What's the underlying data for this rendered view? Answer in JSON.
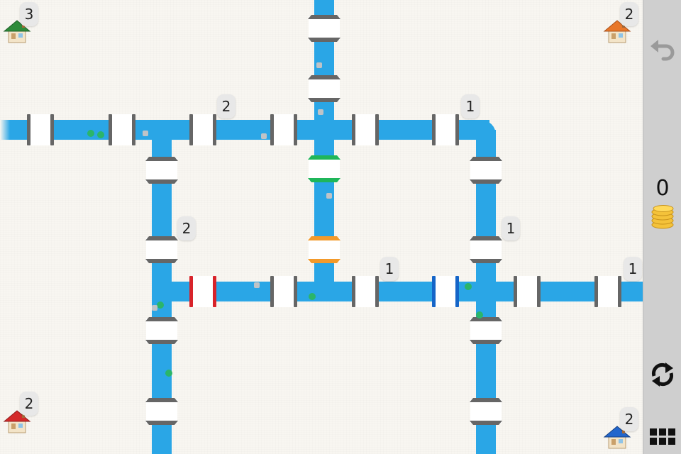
{
  "palette": {
    "pipe": "#2aa6e6",
    "red_valve": "#d8232a",
    "green_valve": "#1fb65a",
    "orange_valve": "#f39a2b",
    "blue_valve": "#1565c8",
    "sidebar": "#cfcfcf"
  },
  "houses": [
    {
      "id": "green",
      "color": "#2e8b3a",
      "count": "3"
    },
    {
      "id": "orange",
      "color": "#e8772a",
      "count": "2"
    },
    {
      "id": "red",
      "color": "#d42a2a",
      "count": "2"
    },
    {
      "id": "blue",
      "color": "#2266cc",
      "count": "2"
    }
  ],
  "pipe_badges": [
    "2",
    "1",
    "2",
    "1",
    "1",
    "1"
  ],
  "sidebar": {
    "undo_icon": "undo-arrow-icon",
    "coins": "0",
    "coins_icon": "coin-stack-icon",
    "restart_icon": "restart-icon",
    "menu_icon": "level-grid-icon"
  }
}
